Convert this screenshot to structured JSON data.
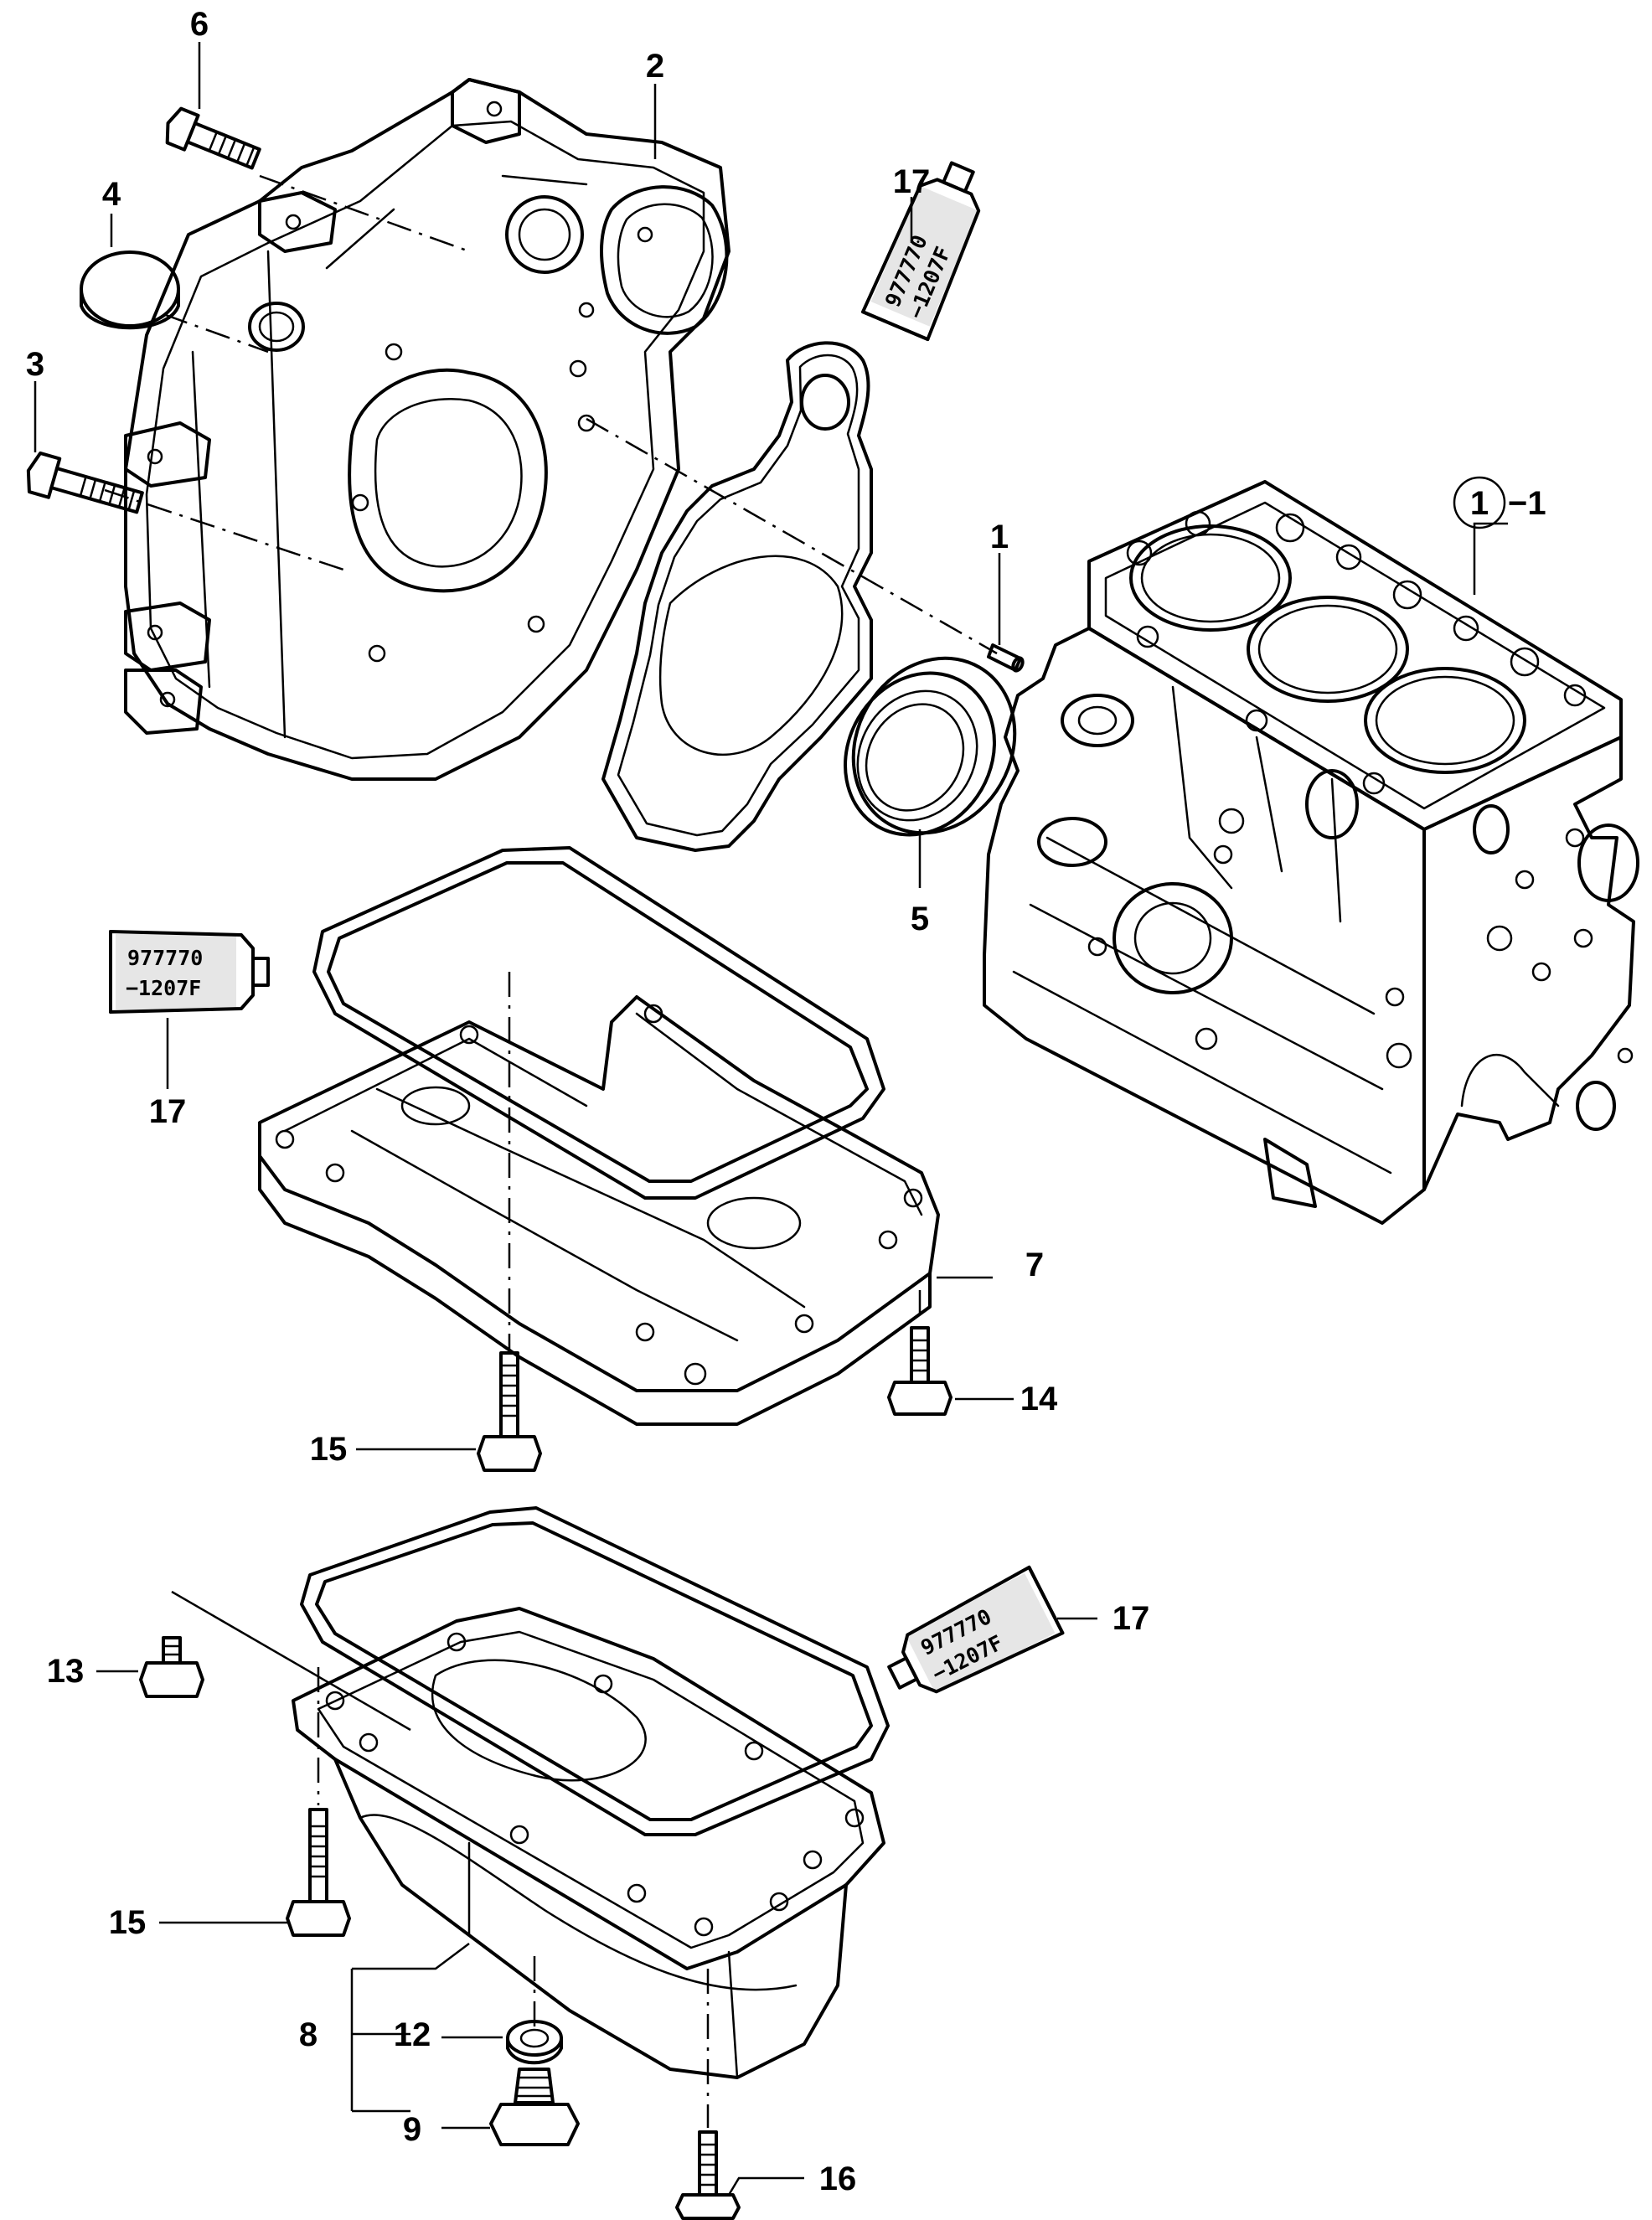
{
  "callouts": {
    "c1": "1",
    "c1_assembly": "1",
    "c1_suffix": "−1",
    "c2": "2",
    "c3": "3",
    "c4": "4",
    "c5": "5",
    "c6": "6",
    "c7": "7",
    "c8": "8",
    "c9": "9",
    "c12": "12",
    "c13": "13",
    "c14": "14",
    "c15a": "15",
    "c15b": "15",
    "c16": "16",
    "c17a": "17",
    "c17b": "17",
    "c17c": "17"
  },
  "sealant_tube": {
    "line1": "977770",
    "line2": "−1207F"
  }
}
